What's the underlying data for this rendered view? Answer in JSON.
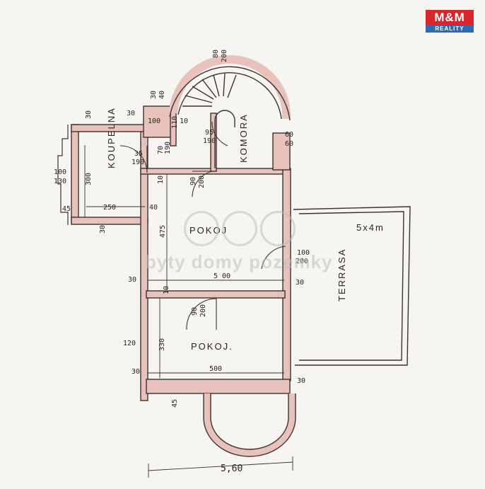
{
  "logo": {
    "brand": "M&M",
    "sub": "REALITY",
    "brand_color": "#d7262c",
    "sub_color": "#2d6ab3"
  },
  "watermark": {
    "text": "byty domy pozemky"
  },
  "rooms": {
    "koupelna": "KOUPELNA",
    "komora": "KOMORA",
    "pokoj_upper": "POKOJ",
    "pokoj_lower": "POKOJ.",
    "terasa": "TERRASA",
    "terasa_size": "5x4m"
  },
  "dimensions": {
    "d_80_200": [
      "80",
      "200"
    ],
    "d_30_40": [
      "30",
      "40"
    ],
    "d_30_top": "30",
    "d_100": "100",
    "d_110": "110",
    "d_10_stair": "10",
    "d_95_190": [
      "95",
      "190"
    ],
    "d_60_60": [
      "60",
      "60"
    ],
    "d_35_190": [
      "35",
      "190"
    ],
    "d_70_190": [
      "70",
      "190"
    ],
    "d_30_left": "30",
    "d_100_130": [
      "100",
      "130"
    ],
    "d_300": "300",
    "d_10_mid": "10",
    "d_90_200_a": [
      "90",
      "200"
    ],
    "d_45": "45",
    "d_250": "250",
    "d_40": "40",
    "d_30_bath": "30",
    "d_475": "475",
    "d_100_200": [
      "100",
      "200"
    ],
    "d_30_mid": "30",
    "d_500_a": "5 00",
    "d_30_right": "30",
    "d_10_low": "10",
    "d_90_200_b": [
      "90",
      "200"
    ],
    "d_120": "120",
    "d_330": "330",
    "d_30_low": "30",
    "d_500_b": "500",
    "d_30_bottom": "30",
    "d_45_bottom": "45",
    "d_560": "5,60"
  }
}
